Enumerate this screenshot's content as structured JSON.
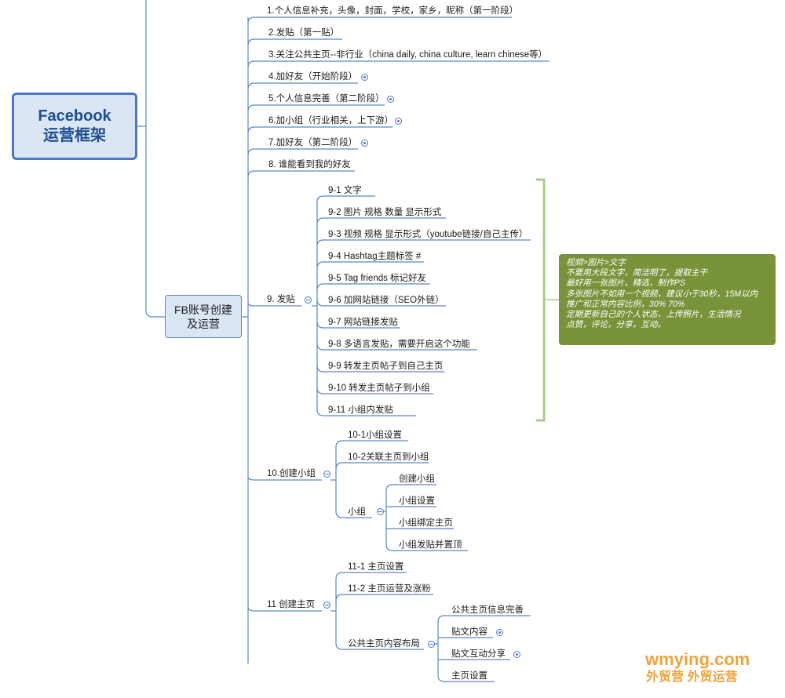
{
  "root": {
    "line1": "Facebook",
    "line2": "运营框架"
  },
  "hub": {
    "line1": "FB账号创建",
    "line2": "及运营"
  },
  "top": [
    {
      "text": "1.个人信息补充，头像，封面，学校，家乡，昵称（第一阶段）",
      "expand": false
    },
    {
      "text": "2.发贴（第一贴）",
      "expand": false
    },
    {
      "text": "3.关注公共主页--非行业（china daily, china culture, learn chinese等）",
      "expand": false
    },
    {
      "text": "4.加好友（开始阶段）",
      "expand": true
    },
    {
      "text": "5.个人信息完善（第二阶段）",
      "expand": true
    },
    {
      "text": "6.加小组（行业相关，上下游）",
      "expand": true
    },
    {
      "text": "7.加好友（第二阶段）",
      "expand": true
    },
    {
      "text": "8. 谁能看到我的好友",
      "expand": false
    }
  ],
  "post": {
    "label": "9. 发贴",
    "children": [
      "9-1 文字",
      "9-2 图片 规格 数量 显示形式",
      "9-3 视频 规格 显示形式（youtube链接/自己主传）",
      "9-4 Hashtag主题标签 #",
      "9-5 Tag friends 标记好友",
      " 9-6 加网站链接（SEO外链）",
      "9-7 网站链接发贴",
      "9-8 多语言发贴，需要开启这个功能",
      "9-9 转发主页帖子到自己主页",
      "9-10 转发主页帖子到小组",
      "9-11 小组内发贴"
    ]
  },
  "note": [
    "视频>图片>文字",
    "不要用大段文字，简洁明了，提取主干",
    "最好用一张图片，精选，制作PS",
    "多张图片不如用一个视频，建议小于30秒，15M以内",
    "推广和正常内容比例，30%  70%",
    "定期更新自己的个人状态，上传照片，生活情况",
    " 点赞，评论，分享，互动。"
  ],
  "group": {
    "label": "10.创建小组",
    "children": [
      "10-1小组设置",
      "10-2关联主页到小组"
    ],
    "sub": {
      "label": "小组",
      "children": [
        "创建小组",
        "小组设置",
        "小组绑定主页",
        "小组发贴并置顶"
      ]
    }
  },
  "page": {
    "label": "11 创建主页",
    "children": [
      "11-1 主页设置",
      "11-2 主页运营及涨粉"
    ],
    "sub": {
      "label": "公共主页内容布局",
      "children": [
        {
          "text": "公共主页信息完善",
          "expand": false
        },
        {
          "text": "贴文内容",
          "expand": true
        },
        {
          "text": "贴文互动分享",
          "expand": true
        },
        {
          "text": "主页设置",
          "expand": false
        }
      ]
    }
  },
  "watermark": {
    "line1": "wmying.com",
    "line2": "外贸营 外贸运营"
  },
  "colors": {
    "branch": "#5b86c8",
    "bracket": "#a9cd85",
    "note_bg": "#78933a",
    "watermark": "#f0a33a"
  }
}
